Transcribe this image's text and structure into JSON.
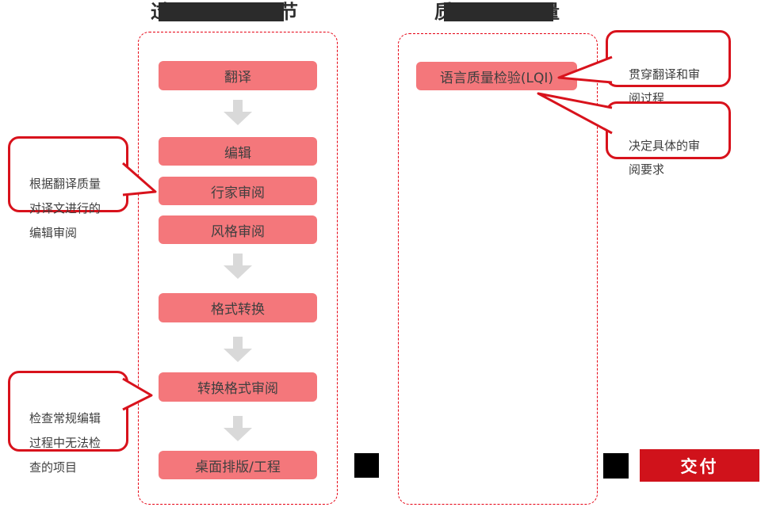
{
  "titles": {
    "left": {
      "fragment_start": "过",
      "fragment_end": "节"
    },
    "right": {
      "fragment_start": "质",
      "fragment_end": "量"
    }
  },
  "process_panel": {
    "steps": [
      {
        "label": "翻译"
      },
      {
        "label": "编辑"
      },
      {
        "label": "行家审阅"
      },
      {
        "label": "风格审阅"
      },
      {
        "label": "格式转换"
      },
      {
        "label": "转换格式审阅"
      },
      {
        "label": "桌面排版/工程"
      }
    ]
  },
  "quality_panel": {
    "lqi_label": "语言质量检验(LQI)"
  },
  "callouts": {
    "edit_review_note": "根据翻译质量\n对译文进行的\n编辑审阅",
    "format_check_note": "检查常规编辑\n过程中无法检\n查的项目",
    "lqi_scope_note": "贯穿翻译和审\n阅过程",
    "lqi_requirements_note": "决定具体的审\n阅要求"
  },
  "delivery": {
    "label": "交付"
  },
  "colors": {
    "step_fill": "#f4777b",
    "dashed_border": "#e60012",
    "callout_border": "#d8121c",
    "arrow_gray": "#d9d9d9",
    "delivery_fill": "#d0121b",
    "redaction_black": "#2b2b2b",
    "text_dark": "#3f3f3f"
  }
}
